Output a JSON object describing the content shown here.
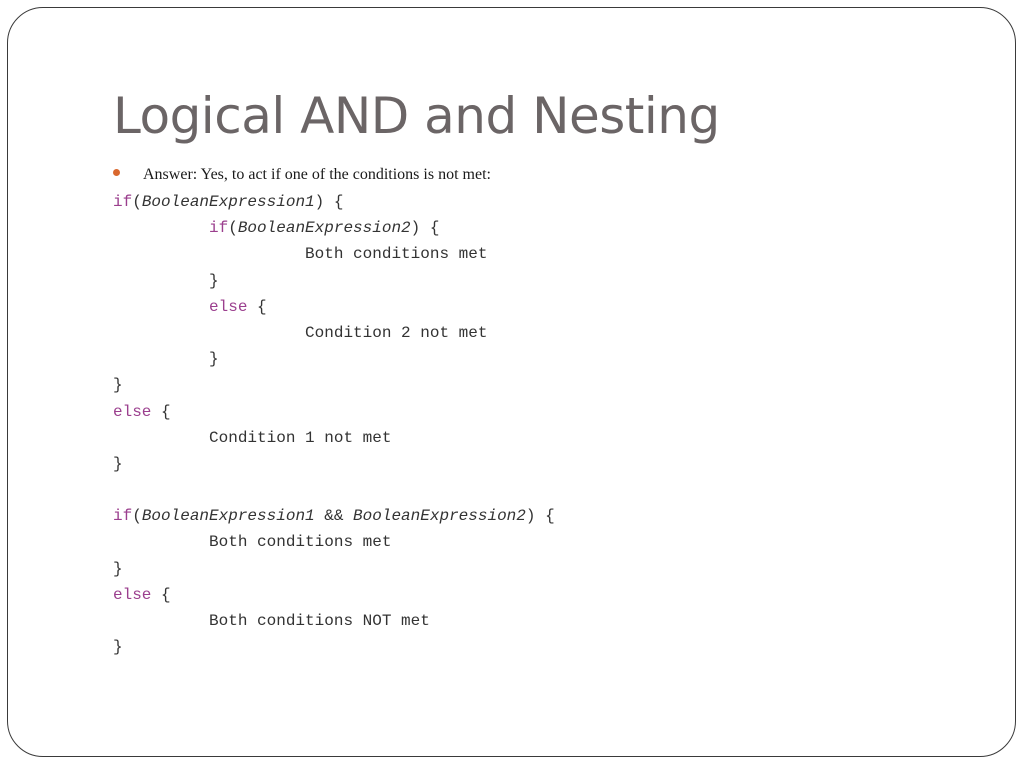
{
  "slide": {
    "title": "Logical AND and Nesting",
    "bullet": "Answer: Yes, to act if one of the conditions is not met:"
  },
  "code": [
    [
      {
        "t": "if",
        "s": "kw"
      },
      {
        "t": "("
      },
      {
        "t": "BooleanExpression1",
        "s": "it"
      },
      {
        "t": ") {"
      }
    ],
    [
      {
        "t": "          "
      },
      {
        "t": "if",
        "s": "kw"
      },
      {
        "t": "("
      },
      {
        "t": "BooleanExpression2",
        "s": "it"
      },
      {
        "t": ") {"
      }
    ],
    [
      {
        "t": "                    Both conditions met"
      }
    ],
    [
      {
        "t": "          }"
      }
    ],
    [
      {
        "t": "          "
      },
      {
        "t": "else",
        "s": "kw"
      },
      {
        "t": " {"
      }
    ],
    [
      {
        "t": "                    Condition 2 not met"
      }
    ],
    [
      {
        "t": "          }"
      }
    ],
    [
      {
        "t": "}"
      }
    ],
    [
      {
        "t": "else",
        "s": "kw"
      },
      {
        "t": " {"
      }
    ],
    [
      {
        "t": "          Condition 1 not met"
      }
    ],
    [
      {
        "t": "}"
      }
    ],
    [],
    [
      {
        "t": "if",
        "s": "kw"
      },
      {
        "t": "("
      },
      {
        "t": "BooleanExpression1",
        "s": "it"
      },
      {
        "t": " && "
      },
      {
        "t": "BooleanExpression2",
        "s": "it"
      },
      {
        "t": ") {"
      }
    ],
    [
      {
        "t": "          Both conditions met"
      }
    ],
    [
      {
        "t": "}"
      }
    ],
    [
      {
        "t": "else",
        "s": "kw"
      },
      {
        "t": " {"
      }
    ],
    [
      {
        "t": "          Both conditions NOT met"
      }
    ],
    [
      {
        "t": "}"
      }
    ]
  ]
}
